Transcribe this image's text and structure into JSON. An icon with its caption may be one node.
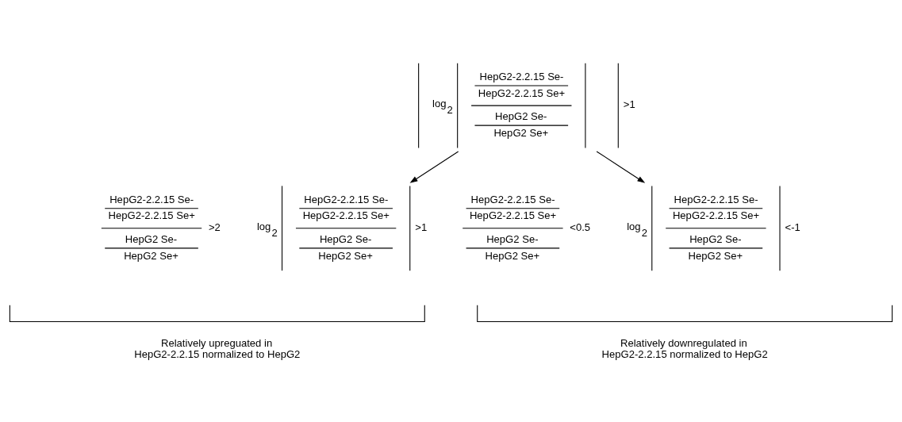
{
  "diagram": {
    "nodes": [
      {
        "text": [
          "log$_{2}$",
          "HepG2-2.2.15 Se-",
          "HepG2-2.2.15 Se+",
          "HepG2 Se-",
          "HepG2 Se+",
          ">1"
        ]
      },
      {
        "text": [
          "HepG2-2.2.15 Se-",
          "HepG2-2.2.15 Se+",
          "HepG2 Se-",
          "HepG2 Se+",
          ">2"
        ]
      },
      {
        "text": [
          "log$_{2}$",
          "HepG2-2.2.15 Se-",
          "HepG2-2.2.15 Se+",
          "HepG2 Se-",
          "HepG2 Se+",
          ">1"
        ]
      },
      {
        "text": [
          "HepG2-2.2.15 Se-",
          "HepG2-2.2.15 Se+",
          "HepG2 Se-",
          "HepG2 Se+",
          "<0.5"
        ]
      },
      {
        "text": [
          "log$_{2}$",
          "HepG2-2.2.15 Se-",
          "HepG2-2.2.15 Se+",
          "HepG2 Se-",
          "HepG2 Se+",
          "<-1"
        ]
      }
    ],
    "edges": [
      {
        "from": 0,
        "to": 2,
        "arrow": "to"
      },
      {
        "from": 0,
        "to": 4,
        "arrow": "to"
      }
    ],
    "labels": [
      "Relatively upreguated in HepG2-2.2.15 normalized to HepG2",
      "Relatively downregulated in HepG2-2.2.15 normalized to HepG2"
    ]
  }
}
